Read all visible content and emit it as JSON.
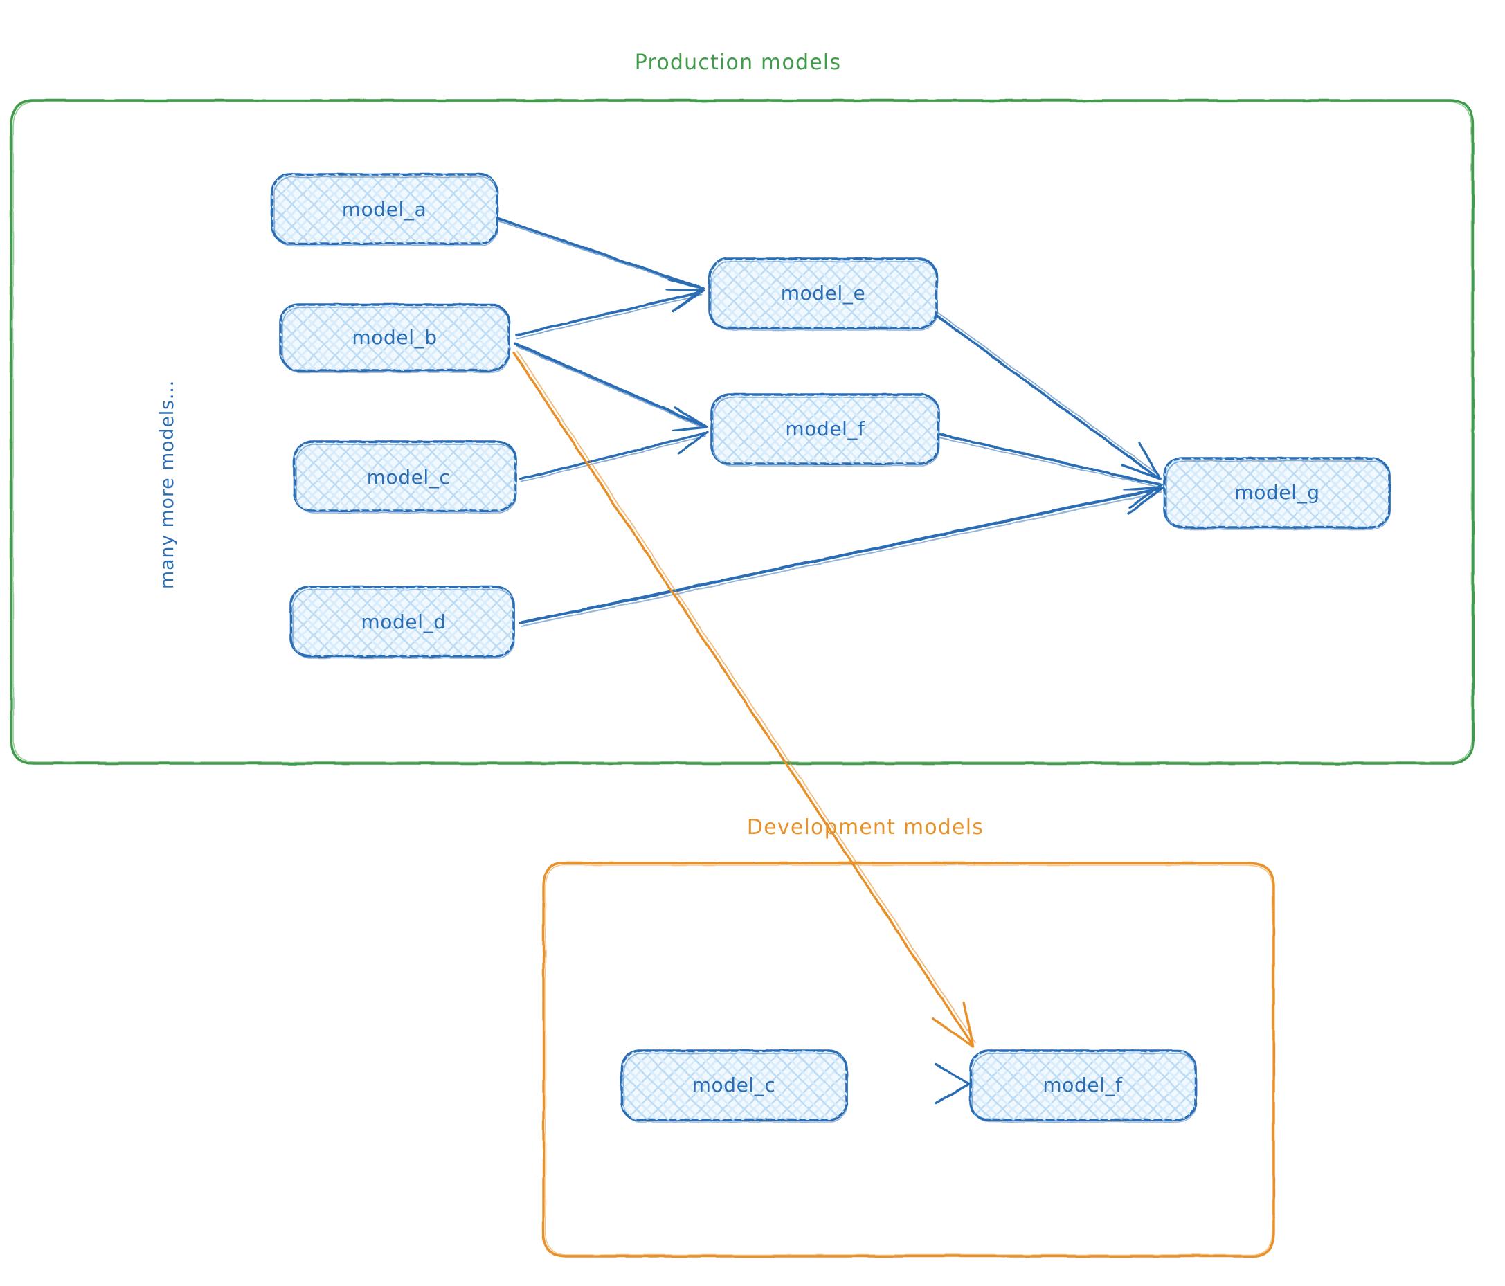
{
  "diagram": {
    "title_hidden": "",
    "colors": {
      "production_green": "#3f9c4a",
      "development_orange": "#e8912a",
      "node_stroke": "#2a6db5",
      "node_fill": "#cfe4f7",
      "edge_blue": "#2a6db5",
      "background": "#ffffff"
    },
    "groups": [
      {
        "id": "production",
        "label": "Production models",
        "color": "#3f9c4a",
        "side_label": "many more models...",
        "side_label_color": "#2a6db5"
      },
      {
        "id": "development",
        "label": "Development models",
        "color": "#e8912a"
      }
    ],
    "nodes": [
      {
        "id": "prod_model_a",
        "label": "model_a",
        "group": "production"
      },
      {
        "id": "prod_model_b",
        "label": "model_b",
        "group": "production"
      },
      {
        "id": "prod_model_c",
        "label": "model_c",
        "group": "production"
      },
      {
        "id": "prod_model_d",
        "label": "model_d",
        "group": "production"
      },
      {
        "id": "prod_model_e",
        "label": "model_e",
        "group": "production"
      },
      {
        "id": "prod_model_f",
        "label": "model_f",
        "group": "production"
      },
      {
        "id": "prod_model_g",
        "label": "model_g",
        "group": "production"
      },
      {
        "id": "dev_model_c",
        "label": "model_c",
        "group": "development"
      },
      {
        "id": "dev_model_f",
        "label": "model_f",
        "group": "development"
      }
    ],
    "edges": [
      {
        "from": "prod_model_a",
        "to": "prod_model_e",
        "color": "#2a6db5"
      },
      {
        "from": "prod_model_b",
        "to": "prod_model_e",
        "color": "#2a6db5"
      },
      {
        "from": "prod_model_b",
        "to": "prod_model_f",
        "color": "#2a6db5"
      },
      {
        "from": "prod_model_c",
        "to": "prod_model_f",
        "color": "#2a6db5"
      },
      {
        "from": "prod_model_e",
        "to": "prod_model_g",
        "color": "#2a6db5"
      },
      {
        "from": "prod_model_f",
        "to": "prod_model_g",
        "color": "#2a6db5"
      },
      {
        "from": "prod_model_d",
        "to": "prod_model_g",
        "color": "#2a6db5"
      },
      {
        "from": "prod_model_b",
        "to": "dev_model_f",
        "color": "#e8912a"
      },
      {
        "from": "dev_model_c",
        "to": "dev_model_f",
        "color": "#2a6db5"
      }
    ]
  }
}
